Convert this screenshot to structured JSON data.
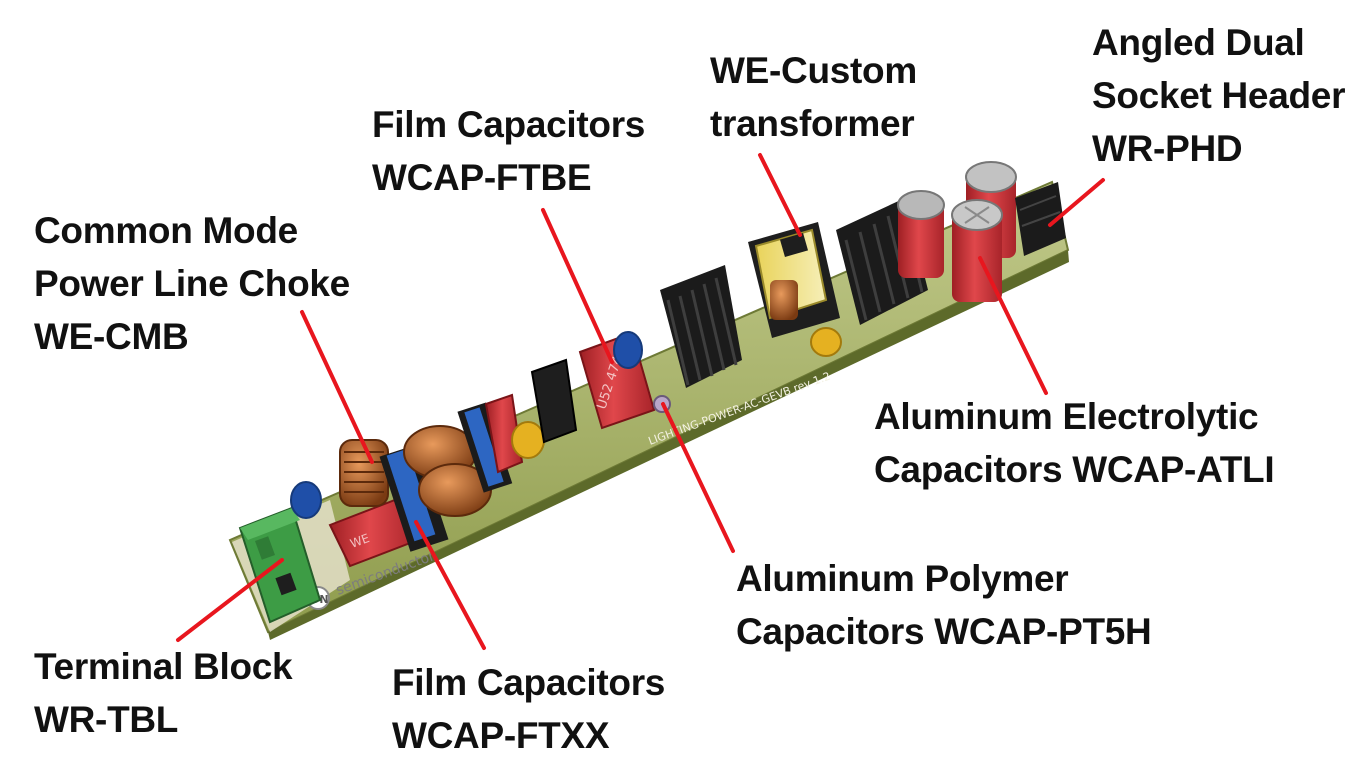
{
  "colors": {
    "leader_line": "#e8161e",
    "label_text": "#111111",
    "pcb_green": "#9aa85a",
    "copper": "#b9652a",
    "red_capacitor": "#d9363b",
    "blue_capacitor": "#1f4fa8",
    "heatsink": "#1b1b1b",
    "terminal_green": "#3d9c45"
  },
  "labels": {
    "film_ftbe": {
      "line1": "Film Capacitors",
      "line2": "WCAP-FTBE"
    },
    "custom_transformer": {
      "line1": "WE-Custom",
      "line2": "transformer"
    },
    "socket_header": {
      "line1": "Angled Dual",
      "line2": "Socket Header",
      "line3": "WR-PHD"
    },
    "cm_choke": {
      "line1": "Common Mode",
      "line2": "Power Line Choke",
      "line3": "WE-CMB"
    },
    "electrolytic": {
      "line1": "Aluminum Electrolytic",
      "line2": "Capacitors WCAP-ATLI"
    },
    "polymer": {
      "line1": "Aluminum Polymer",
      "line2": "Capacitors WCAP-PT5H"
    },
    "terminal_block": {
      "line1": "Terminal Block",
      "line2": "WR-TBL"
    },
    "film_ftxx": {
      "line1": "Film Capacitors",
      "line2": "WCAP-FTXX"
    }
  },
  "board_marks": {
    "silkscreen": "LIGHTING-POWER-AC-GEVB rev 1.2",
    "brand": "semiconductor",
    "film_cap_code": "U52 474K",
    "logo": "ON"
  }
}
